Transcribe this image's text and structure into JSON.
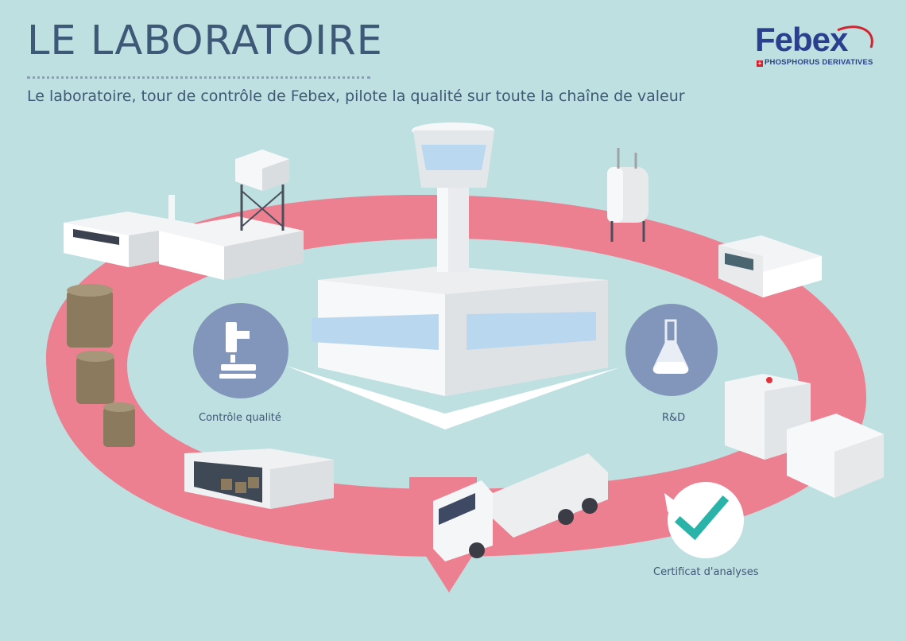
{
  "header": {
    "title": "LE LABORATOIRE",
    "subtitle": "Le laboratoire, tour de contrôle de Febex, pilote la qualité sur toute la chaîne de valeur"
  },
  "logo": {
    "word": "Febex",
    "tagline": "PHOSPHORUS DERIVATIVES"
  },
  "labels": {
    "quality_control": "Contrôle qualité",
    "rnd": "R&D",
    "certificate": "Certificat d'analyses"
  },
  "icons": [
    "microscope-icon",
    "flask-icon",
    "checkmark-icon"
  ],
  "colors": {
    "background": "#bfe0e1",
    "ring": "#ec7f90",
    "title": "#3e5877",
    "badge": "#8196ba",
    "check": "#2ab3a9",
    "logo": "#2a3f8e"
  }
}
